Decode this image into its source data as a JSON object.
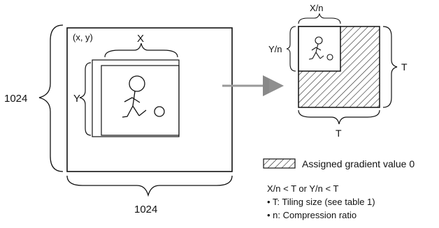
{
  "left_panel": {
    "origin_label": "(x, y)",
    "width_label": "X",
    "height_label": "Y",
    "outer_height_label": "1024",
    "outer_width_label": "1024"
  },
  "right_panel": {
    "crop_width_label": "X/n",
    "crop_height_label": "Y/n",
    "tile_height_label": "T",
    "tile_width_label": "T"
  },
  "legend": {
    "hatch_label": "Assigned gradient value 0",
    "condition": "X/n < T or Y/n < T",
    "notes": [
      "• T: Tiling size (see table 1)",
      "• n: Compression ratio"
    ]
  }
}
